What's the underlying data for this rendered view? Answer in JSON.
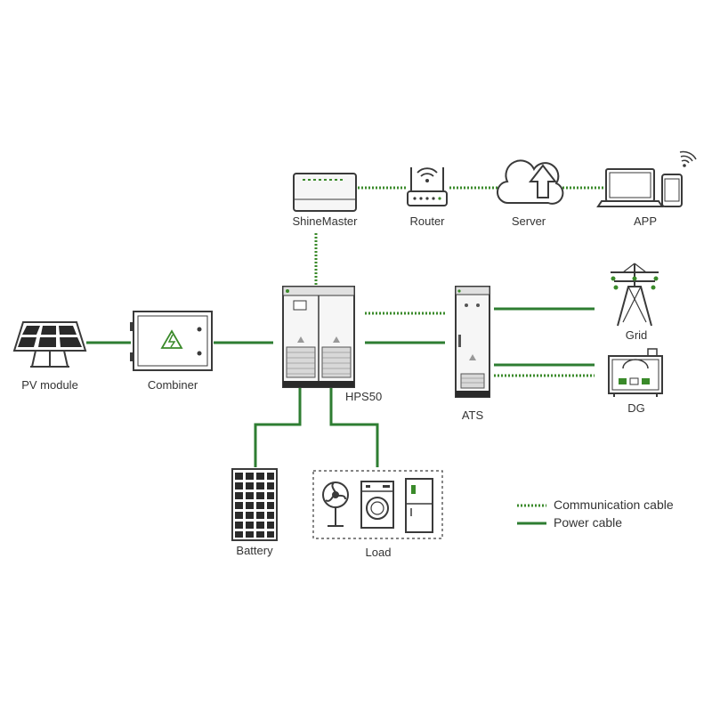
{
  "colors": {
    "power_cable": "#2e7d32",
    "communication_cable": "#3a8a2a",
    "device_outline": "#3a3a3a",
    "device_body": "#f4f4f4",
    "accent_green": "#3a8a2a",
    "label_text": "#333333"
  },
  "nodes": {
    "pv_module": {
      "label": "PV module",
      "icon": "solar-panel-icon"
    },
    "combiner": {
      "label": "Combiner",
      "icon": "combiner-box-icon"
    },
    "hps50": {
      "label": "HPS50",
      "icon": "inverter-cabinet-icon"
    },
    "ats": {
      "label": "ATS",
      "icon": "ats-cabinet-icon"
    },
    "grid": {
      "label": "Grid",
      "icon": "transmission-tower-icon"
    },
    "dg": {
      "label": "DG",
      "icon": "diesel-generator-icon"
    },
    "shinemaster": {
      "label": "ShineMaster",
      "icon": "datalogger-icon"
    },
    "router": {
      "label": "Router",
      "icon": "router-icon"
    },
    "server": {
      "label": "Server",
      "icon": "cloud-upload-icon"
    },
    "app": {
      "label": "APP",
      "icon": "laptop-phone-icon"
    },
    "battery": {
      "label": "Battery",
      "icon": "battery-rack-icon"
    },
    "load": {
      "label": "Load",
      "icon": "appliances-icon"
    }
  },
  "legend": {
    "communication_cable": "Communication cable",
    "power_cable": "Power cable"
  }
}
